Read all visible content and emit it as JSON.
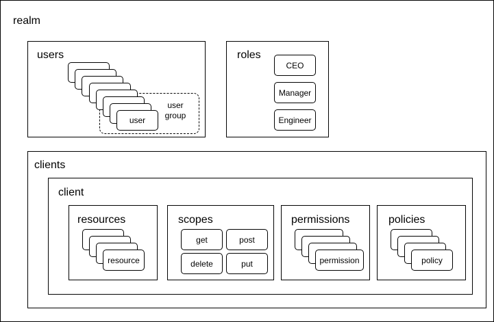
{
  "realm": {
    "label": "realm"
  },
  "users": {
    "label": "users",
    "item_label": "user",
    "group_label_line1": "user",
    "group_label_line2": "group"
  },
  "roles": {
    "label": "roles",
    "items": [
      "CEO",
      "Manager",
      "Engineer"
    ]
  },
  "clients": {
    "label": "clients"
  },
  "client": {
    "label": "client"
  },
  "resources": {
    "label": "resources",
    "item_label": "resource"
  },
  "scopes": {
    "label": "scopes",
    "items": [
      "get",
      "post",
      "delete",
      "put"
    ]
  },
  "permissions": {
    "label": "permissions",
    "item_label": "permission"
  },
  "policies": {
    "label": "policies",
    "item_label": "policy"
  }
}
